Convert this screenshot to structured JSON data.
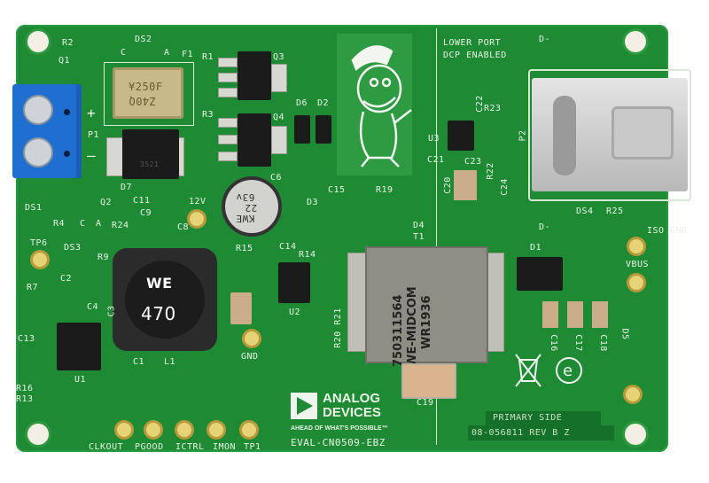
{
  "board": {
    "name": "EVAL-CN0509-EBZ",
    "revision": "08-056811 REV B Z",
    "side": "PRIMARY SIDE",
    "port_label_1": "LOWER PORT",
    "port_label_2": "DCP ENABLED",
    "colors": {
      "pcb": "#1f8a34",
      "silkscreen": "#e9f3e6",
      "terminal": "#1f6fd0",
      "gold": "#e6d277"
    }
  },
  "logo": {
    "line1": "ANALOG",
    "line2": "DEVICES",
    "tagline": "AHEAD OF WHAT'S POSSIBLE™"
  },
  "components": {
    "fuse_marking_1": "¥250F",
    "fuse_marking_2": "Z40Q",
    "diode_marking": "3521",
    "cap_c6_1": "63v",
    "cap_c6_2": "22",
    "cap_c6_3": "KWE",
    "inductor_marking": "470",
    "inductor_brand": "WE",
    "transformer_1": "750311564",
    "transformer_2": "WE-MIDCOM",
    "transformer_3": "WR1936"
  },
  "refdes": [
    "R2",
    "DS2",
    "C",
    "A",
    "Q1",
    "F1",
    "R1",
    "Q3",
    "R3",
    "Q4",
    "D6",
    "D2",
    "P1",
    "+",
    "–",
    "D7",
    "C11",
    "C9",
    "12V",
    "C6",
    "DS1",
    "Q2",
    "R4",
    "C",
    "A",
    "R24",
    "C8",
    "TP6",
    "R9",
    "DS3",
    "R15",
    "R14",
    "C14",
    "D3",
    "C15",
    "R19",
    "D4",
    "T1",
    "R7",
    "C2",
    "C4",
    "L1",
    "U2",
    "GND",
    "R20",
    "R21",
    "C13",
    "U1",
    "R16",
    "R13",
    "C19",
    "D1",
    "C16",
    "C17",
    "C18",
    "D5",
    "U3",
    "C21",
    "C20",
    "C23",
    "R23",
    "C22",
    "P2",
    "R22",
    "C24",
    "DS4",
    "R25",
    "D-",
    "D-",
    "VBUS",
    "ISO GND",
    "C3",
    "C1"
  ],
  "test_points": [
    "CLKOUT",
    "PGOOD",
    "ICTRL",
    "IMON",
    "TP1"
  ]
}
